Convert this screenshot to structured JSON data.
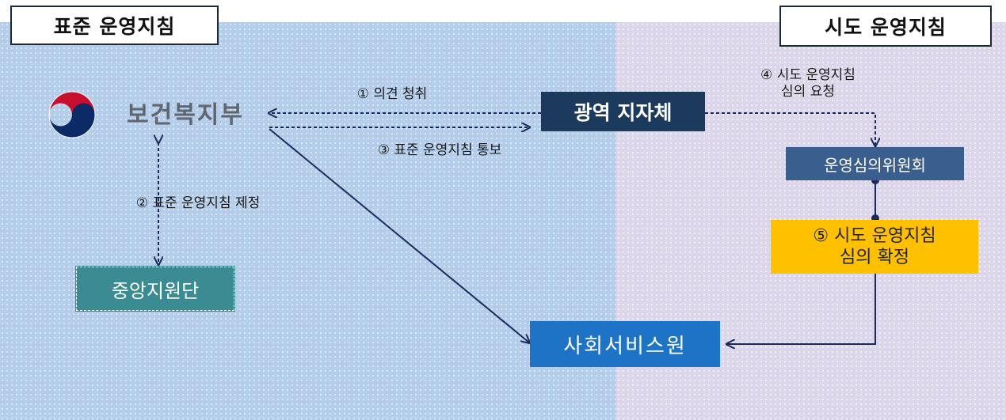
{
  "titles": {
    "standard": "표준 운영지침",
    "provincial": "시도 운영지침"
  },
  "org": {
    "ministry": "보건복지부"
  },
  "boxes": {
    "metro": "광역 지자체",
    "committee": "운영심의위원회",
    "confirm": "⑤ 시도 운영지침\n심의 확정",
    "center": "중앙지원단",
    "service": "사회서비스원"
  },
  "steps": {
    "s1": "① 의견 청취",
    "s2": "② 표준 운영지침 제정",
    "s3": "③ 표준 운영지침 통보",
    "s4": "④ 시도 운영지침\n심의 요청"
  },
  "colors": {
    "navy": "#1b3a5c",
    "committee": "#3a5f8f",
    "confirm": "#ffc000",
    "teal": "#3a8c92",
    "service": "#1d74c6",
    "left_bg": "#b3cdea",
    "right_bg": "#dcd6ea"
  },
  "icons": {
    "logo": "korea-government-taegeuk-logo"
  }
}
